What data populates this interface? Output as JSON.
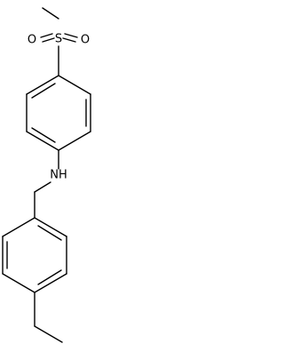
{
  "atoms": {
    "sulfur": "S",
    "oxygen_left": "O",
    "oxygen_right": "O",
    "amine": "NH"
  },
  "colors": {
    "bond": "#000000",
    "label": "#000000",
    "background": "#ffffff"
  }
}
